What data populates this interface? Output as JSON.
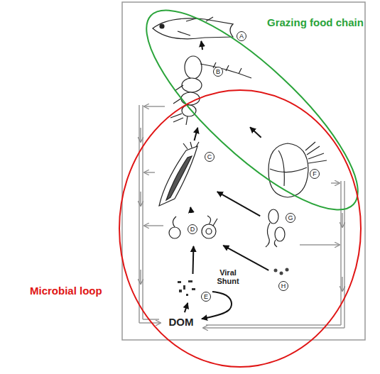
{
  "diagram": {
    "nodes": [
      {
        "text": [
          "Grazing food chain"
        ]
      },
      {
        "text": [
          "Microbial loop"
        ]
      },
      {
        "text": [
          "A"
        ]
      },
      {
        "text": [
          "B"
        ]
      },
      {
        "text": [
          "C"
        ]
      },
      {
        "text": [
          "D"
        ]
      },
      {
        "text": [
          "E"
        ]
      },
      {
        "text": [
          "F"
        ]
      },
      {
        "text": [
          "G"
        ]
      },
      {
        "text": [
          "H"
        ]
      },
      {
        "text": [
          "DOM"
        ]
      }
    ],
    "edges": [
      {
        "from": 3,
        "to": 2,
        "arrow": "to"
      },
      {
        "from": 4,
        "to": 3,
        "arrow": "to"
      },
      {
        "from": 5,
        "to": 4,
        "arrow": "to"
      },
      {
        "from": 6,
        "to": 5,
        "arrow": "to"
      },
      {
        "from": 7,
        "to": 3,
        "arrow": "to"
      },
      {
        "from": 8,
        "to": 4,
        "arrow": "to"
      },
      {
        "from": 9,
        "to": 5,
        "arrow": "to"
      },
      {
        "from": 10,
        "to": 6,
        "arrow": "to"
      },
      {
        "from": 6,
        "to": 10,
        "label": "Viral Shunt",
        "arrow": "to"
      }
    ]
  }
}
